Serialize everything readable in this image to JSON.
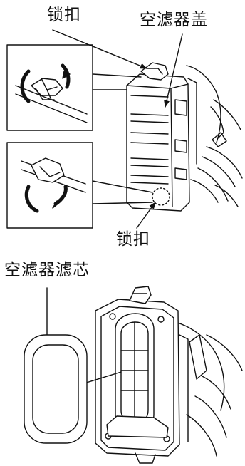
{
  "labels": {
    "latch_top": "锁扣",
    "air_cleaner_cover": "空滤器盖",
    "latch_bottom": "锁扣",
    "air_cleaner_element": "空滤器滤芯"
  }
}
